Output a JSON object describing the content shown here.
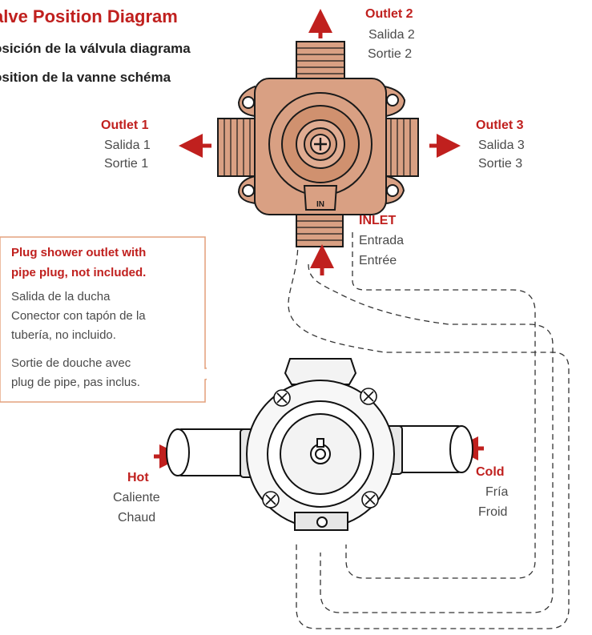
{
  "title": "alve Position Diagram",
  "subtitle_es": "osición de la válvula diagrama",
  "subtitle_fr": "osition de la vanne schéma",
  "valve_marking": "IN",
  "outlet2": {
    "name": "Outlet 2",
    "es": "Salida 2",
    "fr": "Sortie 2"
  },
  "outlet1": {
    "name": "Outlet 1",
    "es": "Salida 1",
    "fr": "Sortie 1"
  },
  "outlet3": {
    "name": "Outlet 3",
    "es": "Salida 3",
    "fr": "Sortie 3"
  },
  "inlet": {
    "name": "INLET",
    "es": "Entrada",
    "fr": "Entrée"
  },
  "note": {
    "heading_line1": "Plug shower outlet with",
    "heading_line2": "pipe plug, not included.",
    "es_line1": "Salida de la ducha",
    "es_line2": "Conector con tapón de la",
    "es_line3": "tubería, no incluido.",
    "fr_line1": "Sortie de douche avec",
    "fr_line2": "plug de pipe, pas inclus."
  },
  "hot": {
    "name": "Hot",
    "es": "Caliente",
    "fr": "Chaud"
  },
  "cold": {
    "name": "Cold",
    "es": "Fría",
    "fr": "Froid"
  },
  "colors": {
    "accent_red": "#c0201e",
    "brass": "#d9a083",
    "text_gray": "#4a4a4a"
  }
}
